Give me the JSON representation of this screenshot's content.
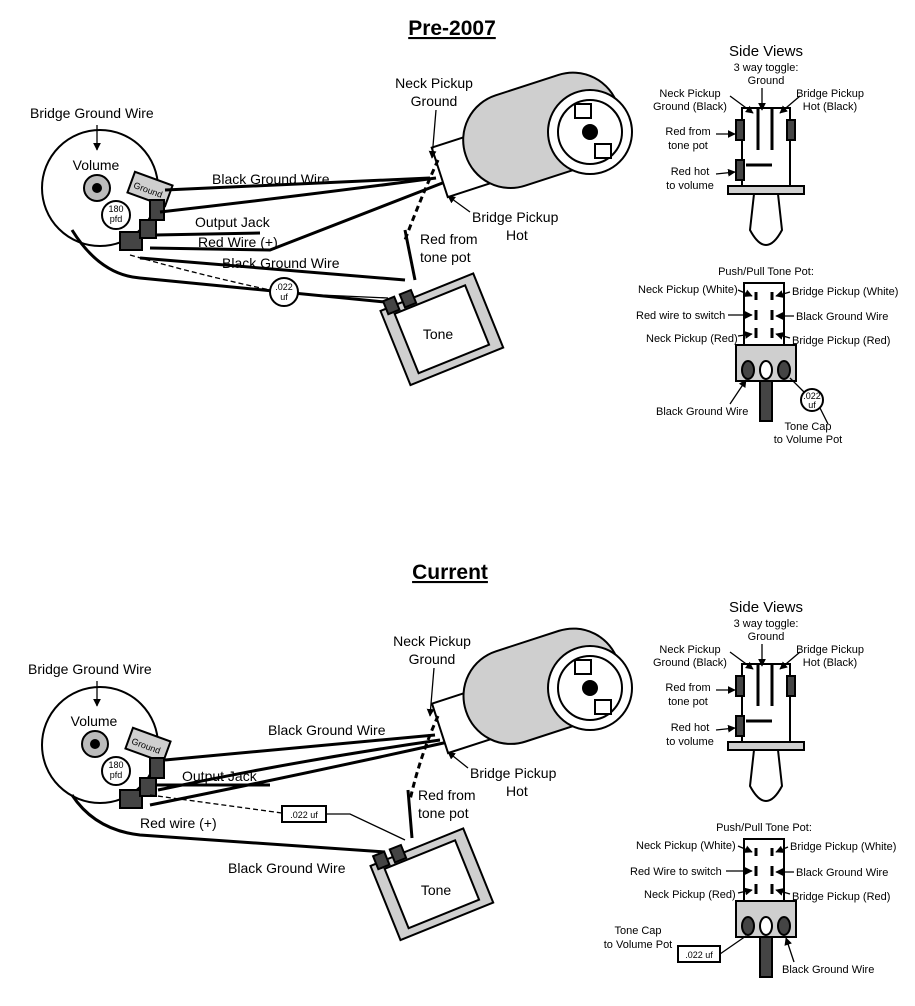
{
  "sections": [
    {
      "title": "Pre-2007",
      "labels": {
        "bridge_ground_wire": "Bridge Ground Wire",
        "volume": "Volume",
        "ground": "Ground",
        "pfd_value": "180",
        "pfd_unit": "pfd",
        "black_ground_wire_top": "Black Ground Wire",
        "output_jack": "Output Jack",
        "red_wire": "Red Wire (+)",
        "black_ground_wire_bottom": "Black Ground Wire",
        "cap_value": ".022",
        "cap_unit": "uf",
        "neck_pickup_ground_1": "Neck Pickup",
        "neck_pickup_ground_2": "Ground",
        "bridge_pickup_hot_1": "Bridge Pickup",
        "bridge_pickup_hot_2": "Hot",
        "red_from_tone_pot_1": "Red from",
        "red_from_tone_pot_2": "tone pot",
        "tone": "Tone"
      },
      "side_views": {
        "title": "Side Views",
        "toggle_1": "3 way toggle:",
        "toggle_2": "Ground",
        "neck_pickup_ground_black_1": "Neck Pickup",
        "neck_pickup_ground_black_2": "Ground (Black)",
        "bridge_pickup_hot_black_1": "Bridge Pickup",
        "bridge_pickup_hot_black_2": "Hot (Black)",
        "red_from_tone_pot_1": "Red from",
        "red_from_tone_pot_2": "tone pot",
        "red_hot_to_volume_1": "Red hot",
        "red_hot_to_volume_2": "to volume"
      },
      "push_pull": {
        "title": "Push/Pull Tone Pot:",
        "neck_pickup_white": "Neck Pickup (White)",
        "bridge_pickup_white": "Bridge Pickup (White)",
        "red_wire_to_switch": "Red wire to switch",
        "black_ground_wire": "Black Ground Wire",
        "neck_pickup_red": "Neck Pickup (Red)",
        "bridge_pickup_red": "Bridge Pickup (Red)",
        "black_ground_wire_2": "Black Ground Wire",
        "tone_cap_1": "Tone Cap",
        "tone_cap_2": "to Volume Pot",
        "cap_value": ".022",
        "cap_unit": "uf"
      }
    },
    {
      "title": "Current",
      "labels": {
        "bridge_ground_wire": "Bridge Ground Wire",
        "volume": "Volume",
        "ground": "Ground",
        "pfd_value": "180",
        "pfd_unit": "pfd",
        "black_ground_wire_top": "Black Ground Wire",
        "output_jack": "Output Jack",
        "red_wire": "Red wire (+)",
        "black_ground_wire_bottom": "Black Ground Wire",
        "cap_label": ".022 uf",
        "neck_pickup_ground_1": "Neck Pickup",
        "neck_pickup_ground_2": "Ground",
        "bridge_pickup_hot_1": "Bridge Pickup",
        "bridge_pickup_hot_2": "Hot",
        "red_from_tone_pot_1": "Red from",
        "red_from_tone_pot_2": "tone pot",
        "tone": "Tone"
      },
      "side_views": {
        "title": "Side Views",
        "toggle_1": "3 way toggle:",
        "toggle_2": "Ground",
        "neck_pickup_ground_black_1": "Neck Pickup",
        "neck_pickup_ground_black_2": "Ground (Black)",
        "bridge_pickup_hot_black_1": "Bridge Pickup",
        "bridge_pickup_hot_black_2": "Hot (Black)",
        "red_from_tone_pot_1": "Red from",
        "red_from_tone_pot_2": "tone pot",
        "red_hot_to_volume_1": "Red hot",
        "red_hot_to_volume_2": "to volume"
      },
      "push_pull": {
        "title": "Push/Pull Tone Pot:",
        "neck_pickup_white": "Neck Pickup (White)",
        "bridge_pickup_white": "Bridge Pickup (White)",
        "red_wire_to_switch": "Red Wire to switch",
        "black_ground_wire": "Black Ground Wire",
        "neck_pickup_red": "Neck Pickup (Red)",
        "bridge_pickup_red": "Bridge Pickup (Red)",
        "black_ground_wire_2": "Black Ground Wire",
        "tone_cap_1": "Tone Cap",
        "tone_cap_2": "to Volume Pot",
        "cap_label": ".022 uf"
      }
    }
  ]
}
